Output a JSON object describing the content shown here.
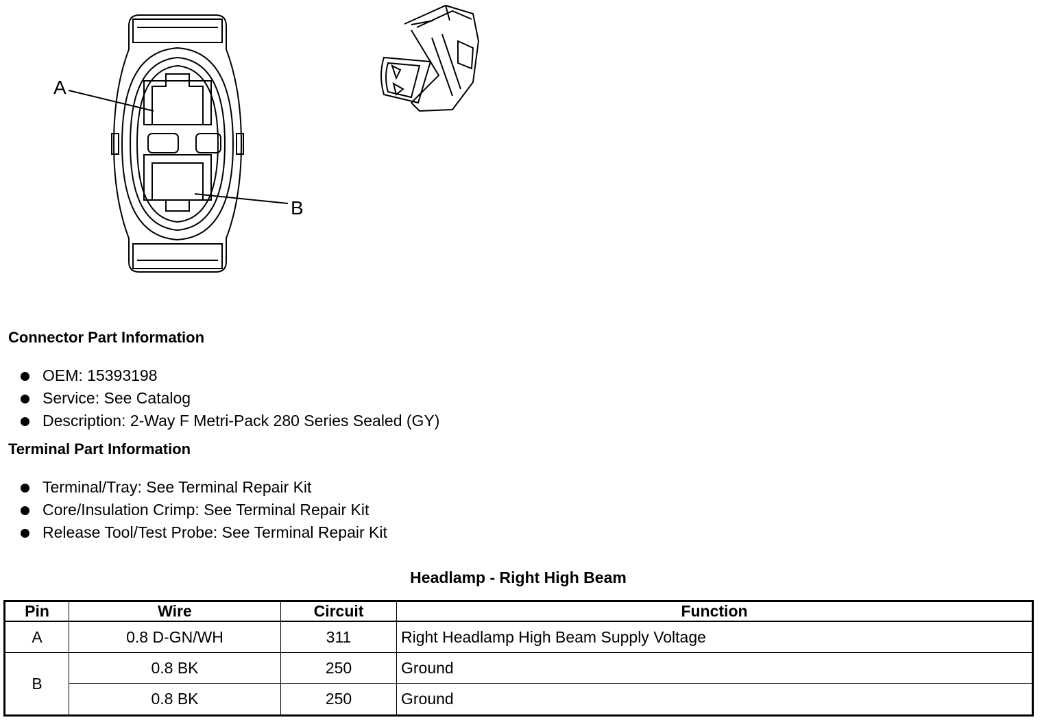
{
  "diagram": {
    "callouts": [
      {
        "id": "A"
      },
      {
        "id": "B"
      }
    ]
  },
  "connector": {
    "heading": "Connector Part Information",
    "items": [
      "OEM: 15393198",
      "Service: See Catalog",
      "Description: 2-Way F Metri-Pack 280 Series Sealed (GY)"
    ]
  },
  "terminal": {
    "heading": "Terminal Part Information",
    "items": [
      "Terminal/Tray: See Terminal Repair Kit",
      "Core/Insulation Crimp: See Terminal Repair Kit",
      "Release Tool/Test Probe: See Terminal Repair Kit"
    ]
  },
  "table": {
    "title": "Headlamp - Right High Beam",
    "headers": [
      "Pin",
      "Wire",
      "Circuit",
      "Function"
    ],
    "rows": [
      {
        "pin": "A",
        "wire": "0.8 D-GN/WH",
        "circuit": "311",
        "function": "Right Headlamp High Beam Supply Voltage"
      },
      {
        "pin": "B",
        "wire": "0.8 BK",
        "circuit": "250",
        "function": "Ground"
      },
      {
        "pin": "",
        "wire": "0.8 BK",
        "circuit": "250",
        "function": "Ground"
      }
    ]
  }
}
